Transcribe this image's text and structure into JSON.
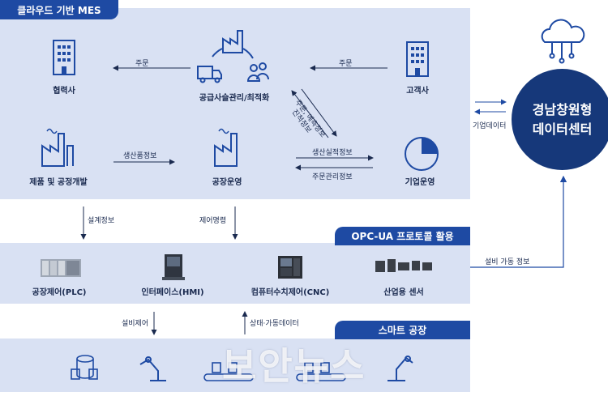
{
  "mes": {
    "title": "클라우드 기반 MES",
    "partner": "협력사",
    "supply_chain": "공급사슬관리/최적화",
    "customer": "고객사",
    "product_dev": "제품 및 공정개발",
    "plant_ops": "공장운영",
    "enterprise_ops": "기업운영",
    "order_left": "주문",
    "order_right": "주문",
    "order_forecast": "주문, 예측정보",
    "progress_info": "진척정보",
    "product_info": "생산품정보",
    "production_perf": "생산실적정보",
    "order_mgmt": "주문관리정보"
  },
  "flows": {
    "design_info": "설계정보",
    "control_cmd": "제어명령",
    "enterprise_data": "기업데이터",
    "equipment_status": "설비 가동 정보",
    "equipment_control": "설비제어",
    "status_data": "상태·가동데이터"
  },
  "center": {
    "line1": "경남창원형",
    "line2": "데이터센터"
  },
  "opc": {
    "title": "OPC-UA 프로토콜 활용",
    "plc": "공장제어(PLC)",
    "hmi": "인터페이스(HMI)",
    "cnc": "컴퓨터수치제어(CNC)",
    "sensor": "산업용 센서"
  },
  "smart": {
    "title": "스마트 공장"
  },
  "watermark": "보안뉴스",
  "colors": {
    "panel": "#d9e1f3",
    "accent": "#1e4aa3",
    "center": "#16387a"
  }
}
